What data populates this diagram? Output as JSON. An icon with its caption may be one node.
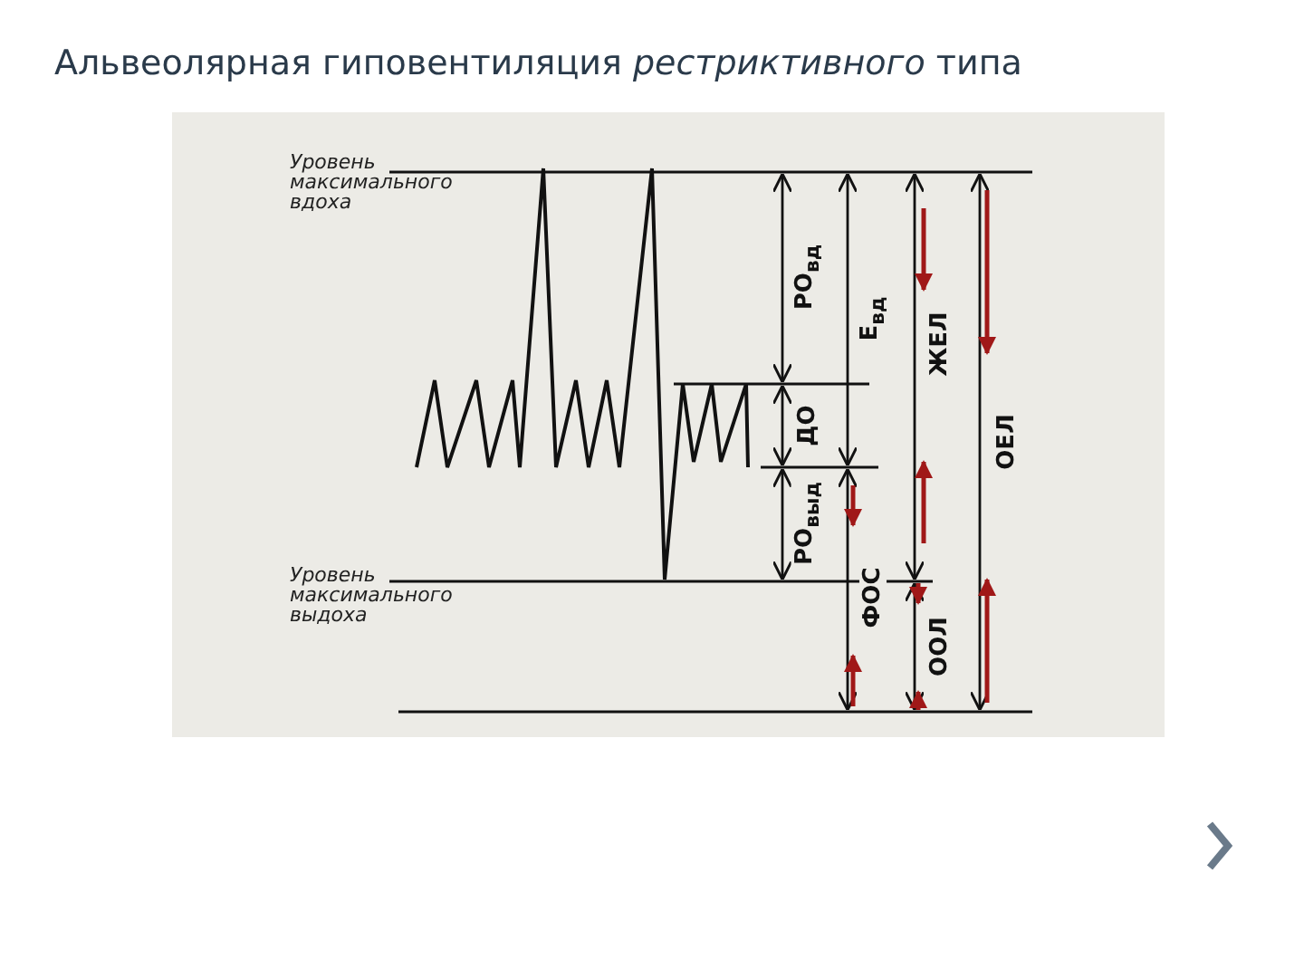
{
  "diagram": {
    "title": "Альвеолярная гиповентиляция *рестриктивного* типа",
    "labels": [
      "Уровень максимального вдоха",
      "Уровень максимального выдоха",
      "РО$_{вд}$",
      "ДО",
      "РО$_{выд}$",
      "Е$_{вд}$",
      "ФОС",
      "ЖЕЛ",
      "ООЛ",
      "ОЕЛ"
    ]
  }
}
